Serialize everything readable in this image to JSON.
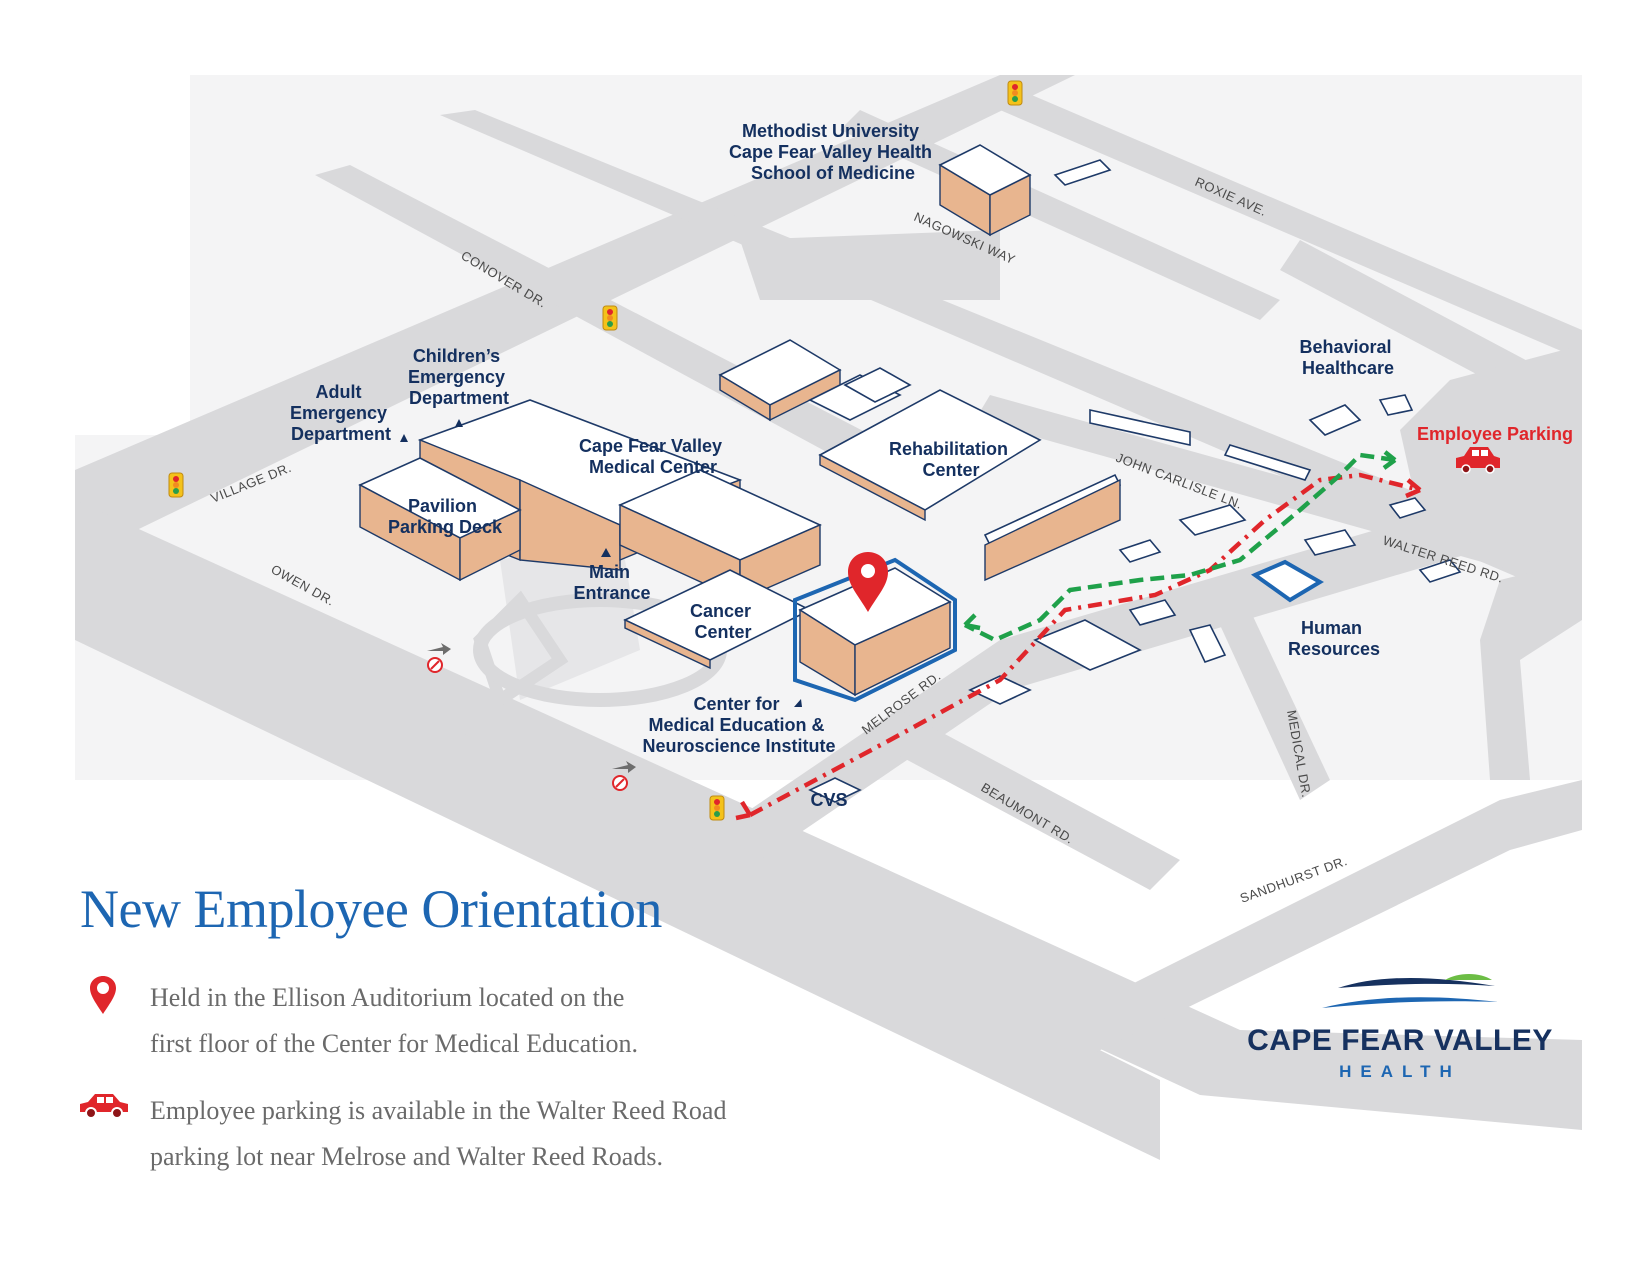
{
  "map": {
    "buildings": {
      "methodist": [
        "Methodist University",
        "Cape Fear Valley Health",
        "School of Medicine"
      ],
      "childrens_ed": [
        "Children’s",
        "Emergency",
        "Department"
      ],
      "adult_ed": [
        "Adult",
        "Emergency",
        "Department"
      ],
      "medical_center": [
        "Cape Fear Valley",
        "Medical Center"
      ],
      "pavilion": [
        "Pavilion",
        "Parking Deck"
      ],
      "main_entrance": [
        "Main",
        "Entrance"
      ],
      "cancer_center": [
        "Cancer",
        "Center"
      ],
      "cme": [
        "Center for",
        "Medical Education &",
        "Neuroscience Institute"
      ],
      "rehab": [
        "Rehabilitation",
        "Center"
      ],
      "behavioral": [
        "Behavioral",
        "Healthcare"
      ],
      "hr": [
        "Human",
        "Resources"
      ],
      "cvs": "CVS",
      "employee_parking": "Employee Parking"
    },
    "roads": {
      "roxie": "ROXIE AVE.",
      "nagowski": "NAGOWSKI WAY",
      "conover": "CONOVER DR.",
      "village": "VILLAGE DR.",
      "owen": "OWEN DR.",
      "john_carlisle": "JOHN CARLISLE LN.",
      "walter_reed": "WALTER REED RD.",
      "melrose": "MELROSE RD.",
      "medical": "MEDICAL DR.",
      "beaumont": "BEAUMONT RD.",
      "sandhurst": "SANDHURST DR."
    },
    "colors": {
      "road": "#d9d9db",
      "building_side": "#e8b58f",
      "outline": "#1e3a68",
      "highlight": "#1d66b2",
      "route_red": "#e0262b",
      "route_green": "#1fa14a",
      "label": "#14305f"
    },
    "icons": [
      "traffic-light-icon",
      "no-entry-icon",
      "location-pin-icon",
      "car-icon",
      "arrow-up-icon"
    ]
  },
  "legend": {
    "title": "New Employee Orientation",
    "items": [
      {
        "icon": "location-pin-icon",
        "lines": [
          "Held in the Ellison Auditorium located on the",
          "first floor of the Center for Medical Education."
        ]
      },
      {
        "icon": "car-icon",
        "lines": [
          "Employee parking is available in the Walter Reed Road",
          "parking lot near Melrose and Walter Reed Roads."
        ]
      }
    ]
  },
  "brand": {
    "name": "CAPE FEAR VALLEY",
    "sub": "HEALTH",
    "colors": {
      "navy": "#16315f",
      "blue": "#1d66b2",
      "green": "#6cbd45"
    }
  }
}
